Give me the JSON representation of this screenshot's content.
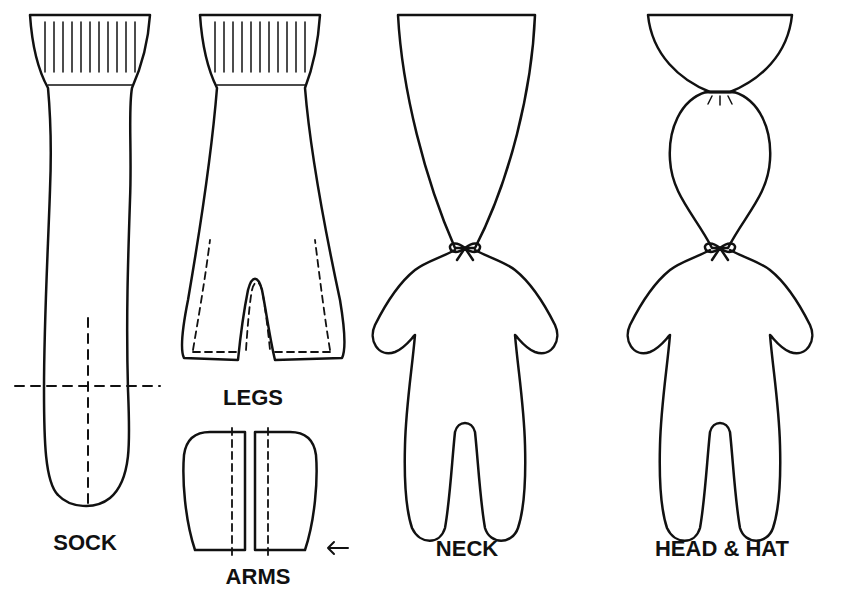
{
  "diagram": {
    "labels": [
      "SOCK",
      "LEGS",
      "ARMS",
      "NECK",
      "HEAD & HAT"
    ]
  }
}
